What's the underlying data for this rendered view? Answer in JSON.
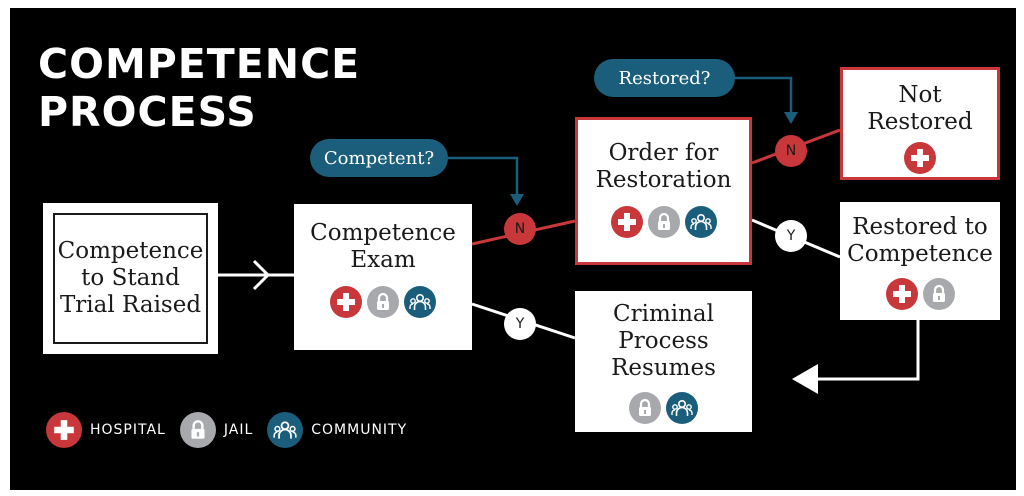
{
  "title": {
    "line1": "COMPETENCE",
    "line2": "PROCESS"
  },
  "nodes": {
    "start": "Competence\nto Stand\nTrial Raised",
    "exam": "Competence\nExam",
    "order": "Order for\nRestoration",
    "not_restored": "Not\nRestored",
    "restored": "Restored to\nCompetence",
    "criminal": "Criminal\nProcess\nResumes"
  },
  "questions": {
    "competent": "Competent?",
    "restored": "Restored?"
  },
  "branches": {
    "no": "N",
    "yes": "Y"
  },
  "legend": {
    "hospital": "HOSPITAL",
    "jail": "JAIL",
    "community": "COMMUNITY"
  },
  "colors": {
    "background": "#000000",
    "hospital": "#c8373a",
    "jail": "#a7a9ac",
    "community": "#1b5e7b",
    "box": "#ffffff"
  },
  "icon_names": {
    "hospital": "hospital-cross-icon",
    "jail": "padlock-icon",
    "community": "people-icon"
  }
}
